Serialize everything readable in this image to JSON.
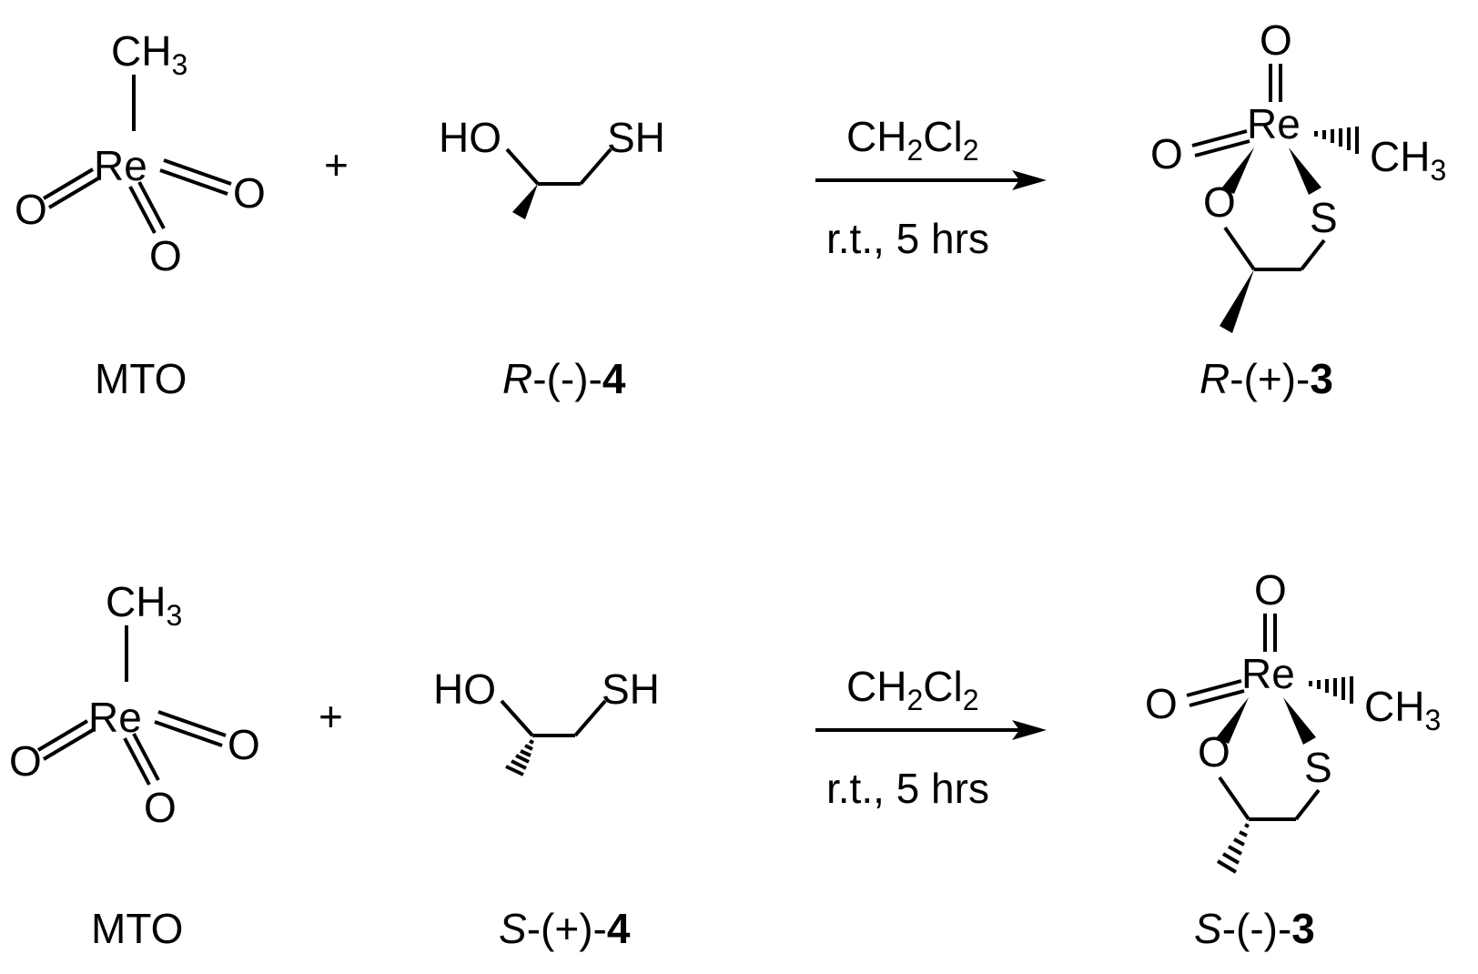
{
  "reactions": [
    {
      "plus": "+",
      "mto": {
        "methyl": "CH",
        "methyl_sub": "3",
        "metal": "Re",
        "oxo_left": "O",
        "oxo_right": "O",
        "oxo_bottom": "O",
        "label": "MTO"
      },
      "thiol": {
        "hydroxyl": "HO",
        "thiol": "SH",
        "label_prefix": "R",
        "label_rotation": "-(-)-",
        "label_number": "4"
      },
      "conditions": {
        "solvent_a": "CH",
        "solvent_a_sub": "2",
        "solvent_b": "Cl",
        "solvent_b_sub": "2",
        "conditions": "r.t., 5 hrs"
      },
      "product": {
        "oxo_top": "O",
        "oxo_left": "O",
        "metal": "Re",
        "methyl": "CH",
        "methyl_sub": "3",
        "ring_oxygen": "O",
        "ring_sulfur": "S",
        "label_prefix": "R",
        "label_rotation": "-(+)-",
        "label_number": "3"
      }
    },
    {
      "plus": "+",
      "mto": {
        "methyl": "CH",
        "methyl_sub": "3",
        "metal": "Re",
        "oxo_left": "O",
        "oxo_right": "O",
        "oxo_bottom": "O",
        "label": "MTO"
      },
      "thiol": {
        "hydroxyl": "HO",
        "thiol": "SH",
        "label_prefix": "S",
        "label_rotation": "-(+)-",
        "label_number": "4"
      },
      "conditions": {
        "solvent_a": "CH",
        "solvent_a_sub": "2",
        "solvent_b": "Cl",
        "solvent_b_sub": "2",
        "conditions": "r.t., 5 hrs"
      },
      "product": {
        "oxo_top": "O",
        "oxo_left": "O",
        "metal": "Re",
        "methyl": "CH",
        "methyl_sub": "3",
        "ring_oxygen": "O",
        "ring_sulfur": "S",
        "label_prefix": "S",
        "label_rotation": "-(-)-",
        "label_number": "3"
      }
    }
  ]
}
